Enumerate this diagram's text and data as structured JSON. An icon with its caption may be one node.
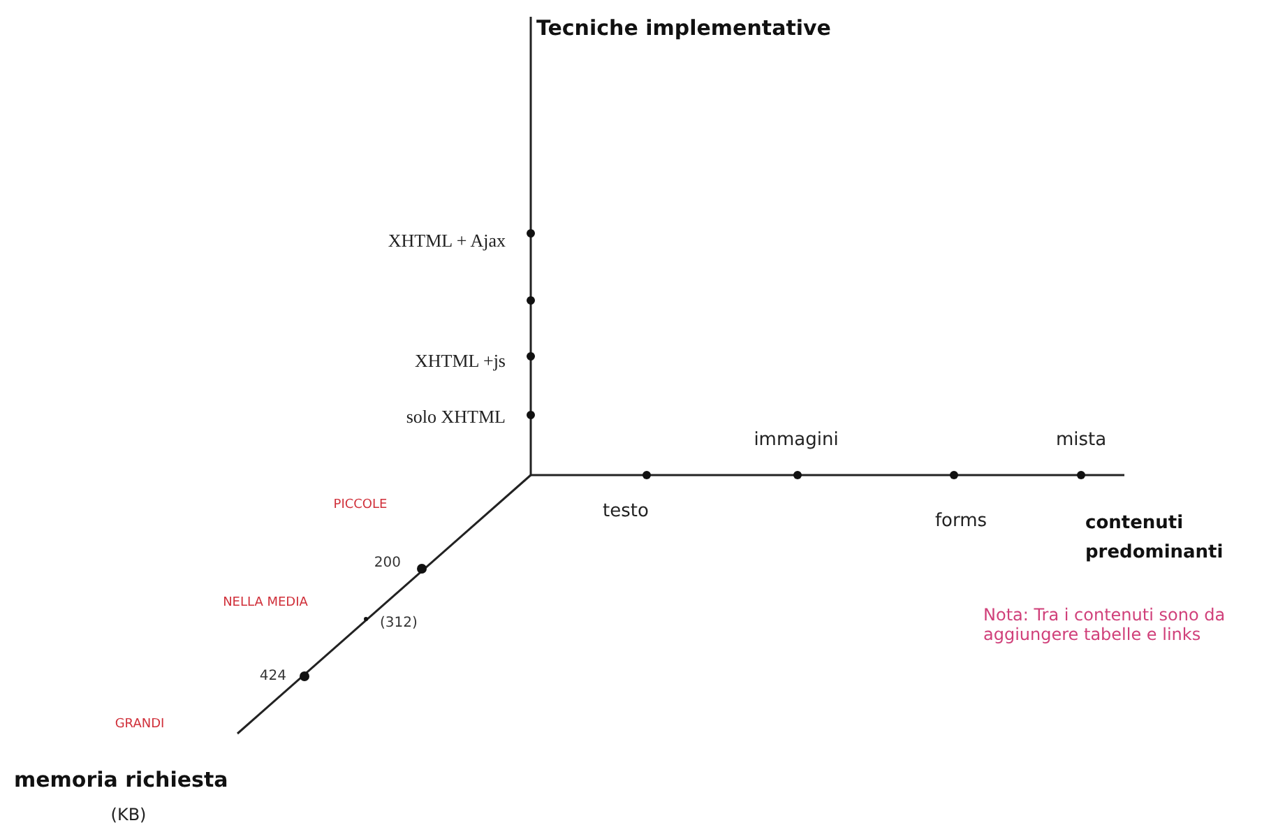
{
  "diagram": {
    "labels": [
      "Tecniche implementative",
      "XHTML + Ajax",
      "XHTML +js",
      "solo XHTML",
      "immagini",
      "mista",
      "PICCOLE",
      "testo",
      "forms",
      "contenuti predominanti",
      "200",
      "NELLA MEDIA",
      "(312)",
      "Nota: Tra i contenuti sono da aggiungere tabelle e links",
      "424",
      "GRANDI",
      "memoria richiesta",
      "(KB)"
    ]
  }
}
